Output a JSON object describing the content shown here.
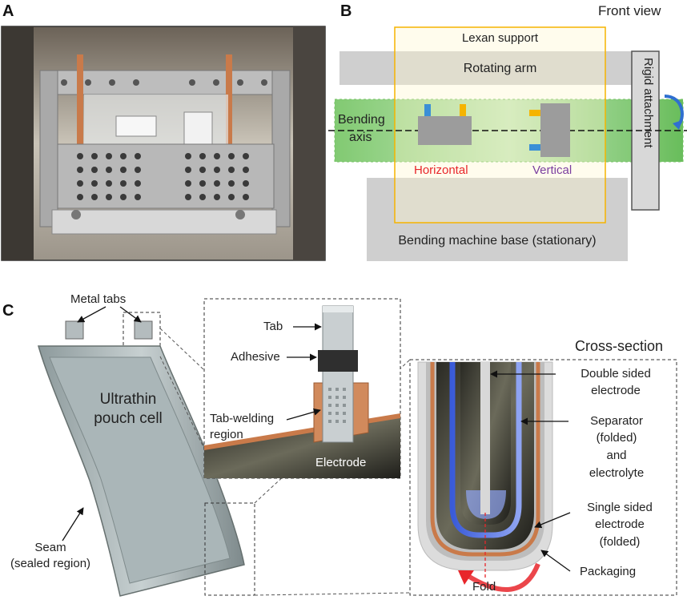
{
  "panels": {
    "a": {
      "letter": "A"
    },
    "b": {
      "letter": "B",
      "view_title": "Front view",
      "lexan_support": "Lexan support",
      "rotating_arm": "Rotating arm",
      "rigid_attachment": "Rigid attachment",
      "bending_axis_line1": "Bending",
      "bending_axis_line2": "axis",
      "horizontal": "Horizontal",
      "vertical": "Vertical",
      "base": "Bending machine base (stationary)"
    },
    "c": {
      "letter": "C",
      "metal_tabs": "Metal tabs",
      "cell_line1": "Ultrathin",
      "cell_line2": "pouch cell",
      "seam_line1": "Seam",
      "seam_line2": "(sealed region)",
      "tab": "Tab",
      "adhesive": "Adhesive",
      "tab_welding_line1": "Tab-welding",
      "tab_welding_line2": "region",
      "electrode": "Electrode",
      "cross_section": "Cross-section",
      "double_sided_line1": "Double sided",
      "double_sided_line2": "electrode",
      "separator_line1": "Separator",
      "separator_line2": "(folded)",
      "separator_line3": "and",
      "separator_line4": "electrolyte",
      "single_sided_line1": "Single sided",
      "single_sided_line2": "electrode",
      "single_sided_line3": "(folded)",
      "packaging": "Packaging",
      "fold": "Fold"
    }
  },
  "colors": {
    "horizontal": "#e8262b",
    "vertical": "#7b3fa0",
    "lexan": "#f5b400",
    "green_band": "#5bb848",
    "tab_yellow": "#f5b400",
    "tab_blue": "#3b8fd6",
    "copper": "#c97a4a"
  }
}
